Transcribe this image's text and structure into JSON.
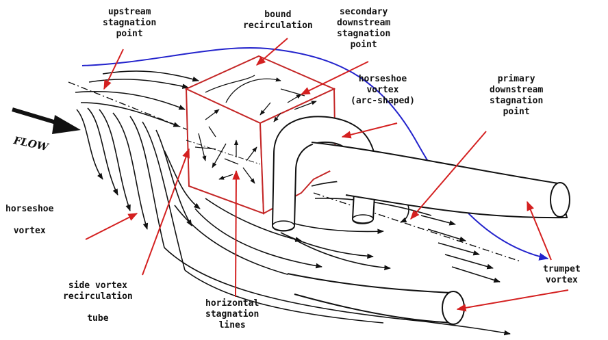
{
  "labels": {
    "upstream_stagnation": "upstream\nstagnation\npoint",
    "bound_recirculation": "bound\nrecirculation",
    "secondary_downstream": "secondary\ndownstream\nstagnation\npoint",
    "horseshoe_arc": "horseshoe\nvortex\n(arc-shaped)",
    "primary_downstream": "primary\ndownstream\nstagnation\npoint",
    "flow": "FLOW",
    "horseshoe_vortex": "horseshoe\n\nvortex",
    "side_vortex": "side vortex\nrecirculation\n\ntube",
    "horizontal_stagnation": "horizontal\nstagnation\nlines",
    "trumpet_vortex": "trumpet\nvortex"
  },
  "colors": {
    "annotation_arrow": "#d42020",
    "outer_streamline": "#2323cc",
    "cube_edge": "#c42626",
    "ink": "#111111"
  }
}
